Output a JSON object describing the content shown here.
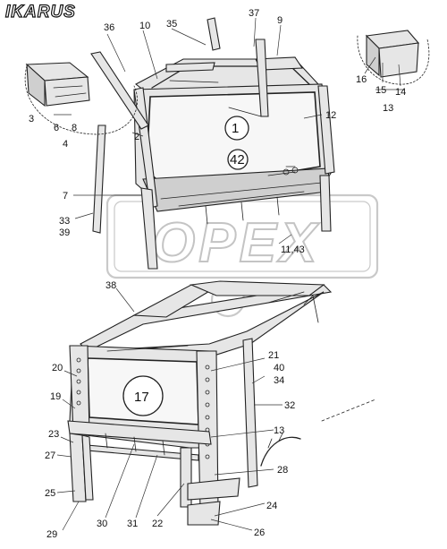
{
  "brand": {
    "name": "IKARUS"
  },
  "watermark": {
    "text": "OPEX"
  },
  "callouts": {
    "c1": "1",
    "c2": "2",
    "c3": "3",
    "c4": "4",
    "c6": "6",
    "c7": "7",
    "c8": "8",
    "c9": "9",
    "c10": "10",
    "c12": "12",
    "c13": "13",
    "c14": "14",
    "c15": "15",
    "c16": "16",
    "c17": "17",
    "c19": "19",
    "c20": "20",
    "c21": "21",
    "c22": "22",
    "c23": "23",
    "c24": "24",
    "c25": "25",
    "c26": "26",
    "c27": "27",
    "c28": "28",
    "c29": "29",
    "c30": "30",
    "c31": "31",
    "c32": "32",
    "c33": "33",
    "c34": "34",
    "c35": "35",
    "c36": "36",
    "c37": "37",
    "c38": "38",
    "c39": "39",
    "c40": "40",
    "c42": "42",
    "c1143": "11,43"
  }
}
